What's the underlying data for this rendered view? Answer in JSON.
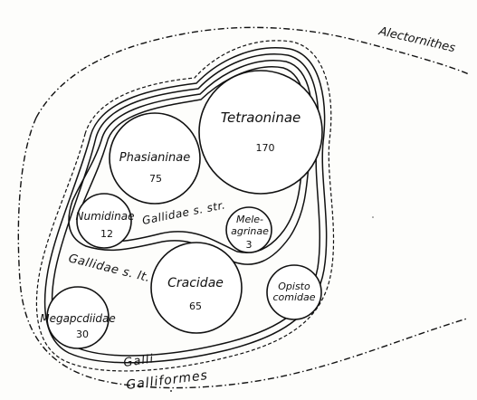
{
  "labels": {
    "alectornithes": "Alectornithes",
    "galliformes": "Galliformes",
    "galli": "Galli",
    "gallidae_sl": "Gallidae s. lt.",
    "gallidae_ss": "Gallidae s. str."
  },
  "taxa": {
    "tetraoninae": {
      "name": "Tetraoninae",
      "count": "170"
    },
    "phasianinae": {
      "name": "Phasianinae",
      "count": "75"
    },
    "numidinae": {
      "name": "Numidinae",
      "count": "12"
    },
    "meleagrinae": {
      "name_line1": "Mele-",
      "name_line2": "agrinae",
      "count": "3"
    },
    "cracidae": {
      "name": "Cracidae",
      "count": "65"
    },
    "megapodiidae": {
      "name": "Megapcdiidae",
      "count": "30"
    },
    "opisthocomidae": {
      "name_line1": "Opisto",
      "name_line2": "comidae"
    }
  }
}
